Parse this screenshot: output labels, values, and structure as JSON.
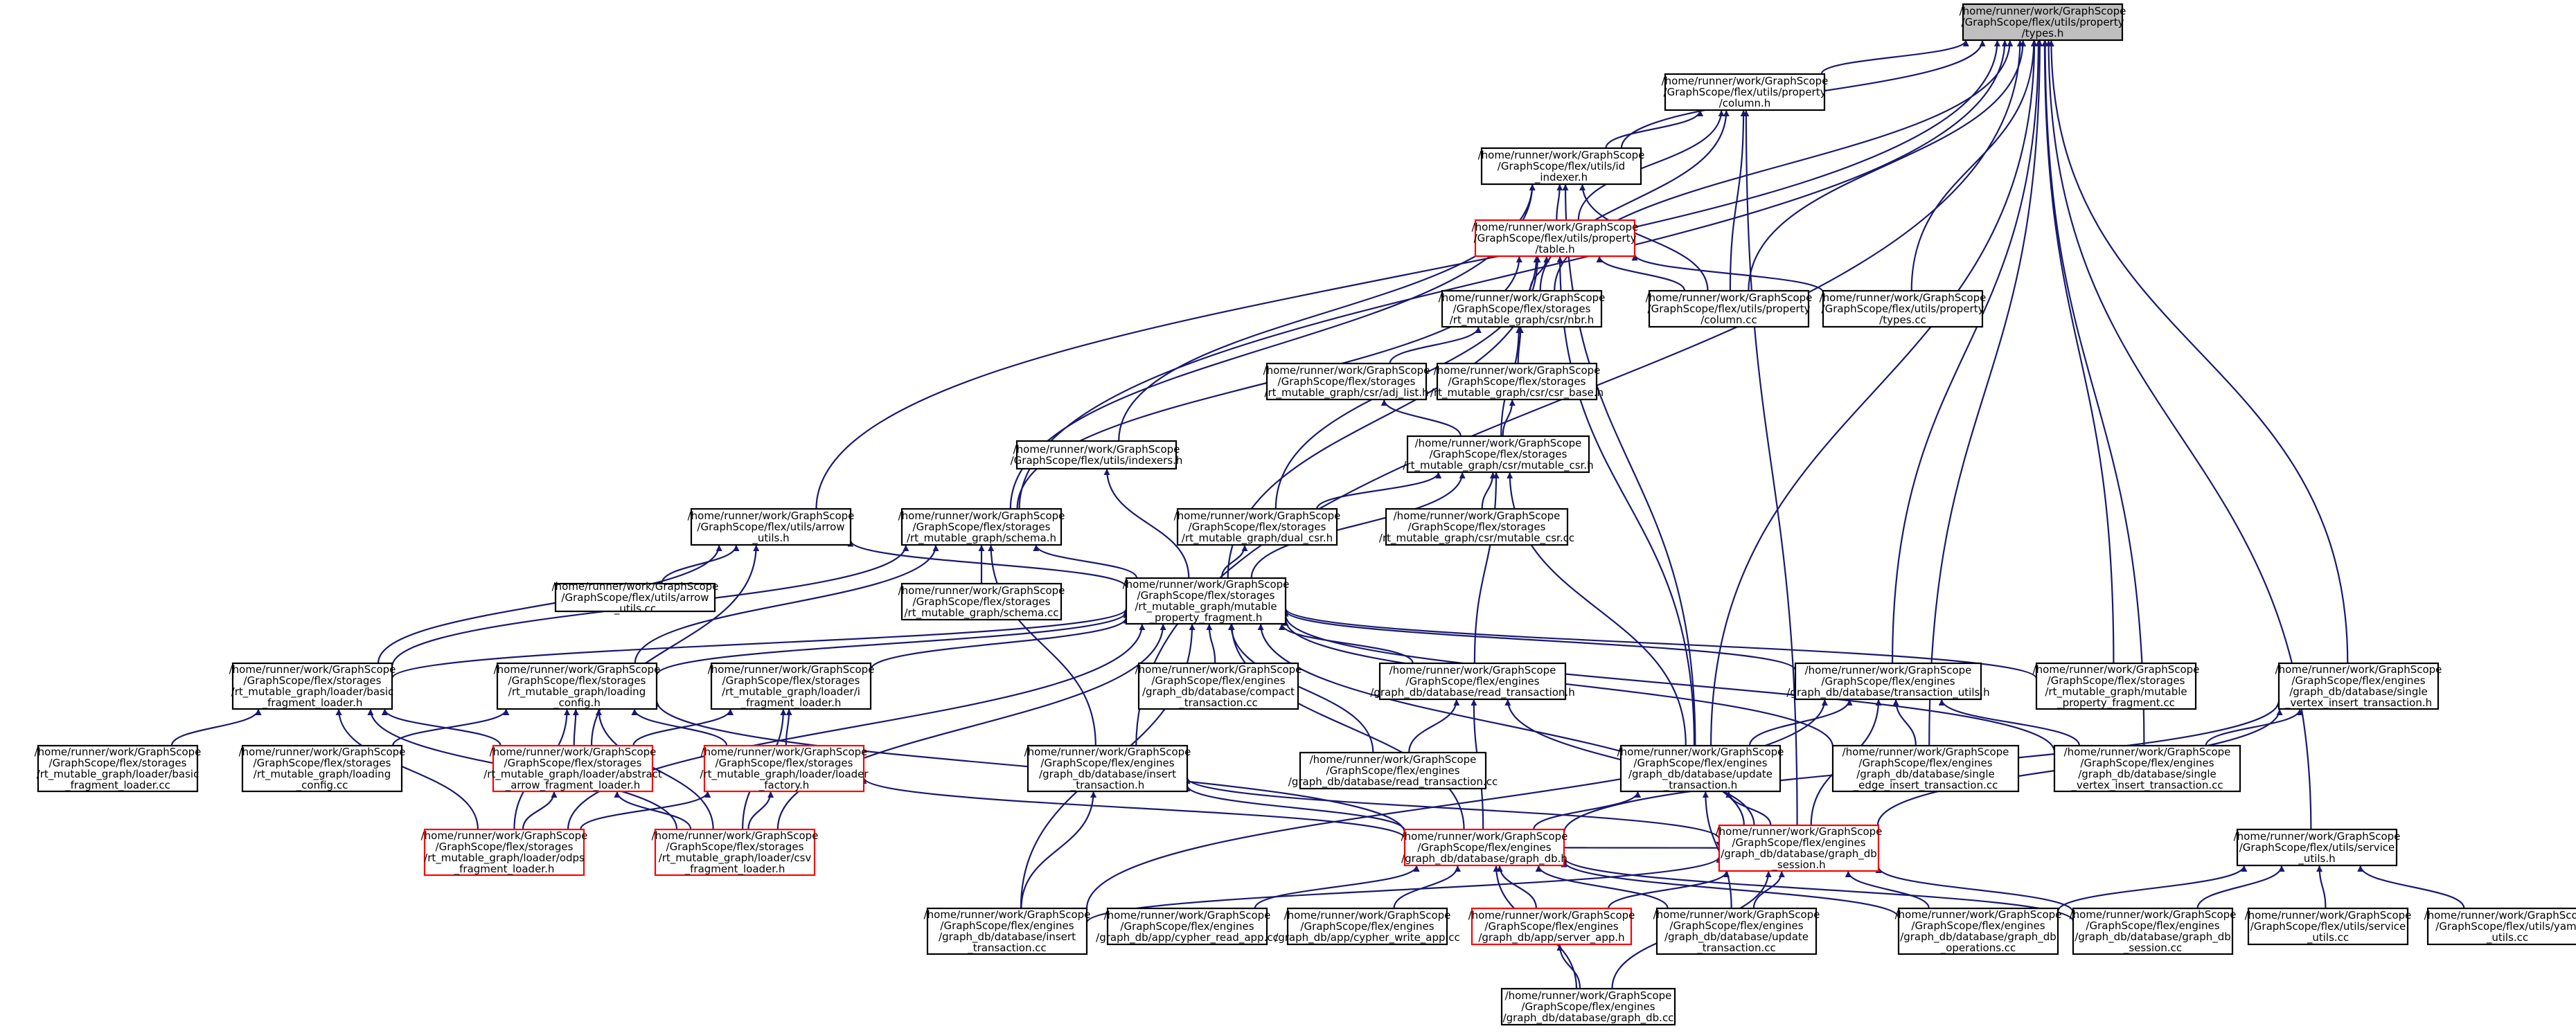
{
  "graph": {
    "nodes": [
      {
        "id": "types_h",
        "label": [
          "/home/runner/work/GraphScope",
          "/GraphScope/flex/utils/property",
          "/types.h"
        ],
        "root": true
      },
      {
        "id": "column_h",
        "label": [
          "/home/runner/work/GraphScope",
          "/GraphScope/flex/utils/property",
          "/column.h"
        ]
      },
      {
        "id": "id_indexer_h",
        "label": [
          "/home/runner/work/GraphScope",
          "/GraphScope/flex/utils/id",
          "_indexer.h"
        ]
      },
      {
        "id": "table_h",
        "label": [
          "/home/runner/work/GraphScope",
          "/GraphScope/flex/utils/property",
          "/table.h"
        ],
        "red": true
      },
      {
        "id": "nbr_h",
        "label": [
          "/home/runner/work/GraphScope",
          "/GraphScope/flex/storages",
          "/rt_mutable_graph/csr/nbr.h"
        ]
      },
      {
        "id": "column_cc",
        "label": [
          "/home/runner/work/GraphScope",
          "/GraphScope/flex/utils/property",
          "/column.cc"
        ]
      },
      {
        "id": "types_cc",
        "label": [
          "/home/runner/work/GraphScope",
          "/GraphScope/flex/utils/property",
          "/types.cc"
        ]
      },
      {
        "id": "adj_list_h",
        "label": [
          "/home/runner/work/GraphScope",
          "/GraphScope/flex/storages",
          "/rt_mutable_graph/csr/adj_list.h"
        ]
      },
      {
        "id": "csr_base_h",
        "label": [
          "/home/runner/work/GraphScope",
          "/GraphScope/flex/storages",
          "/rt_mutable_graph/csr/csr_base.h"
        ]
      },
      {
        "id": "mutable_csr_h",
        "label": [
          "/home/runner/work/GraphScope",
          "/GraphScope/flex/storages",
          "/rt_mutable_graph/csr/mutable_csr.h"
        ]
      },
      {
        "id": "indexers_h",
        "label": [
          "/home/runner/work/GraphScope",
          "/GraphScope/flex/utils/indexers.h"
        ]
      },
      {
        "id": "arrow_utils_h",
        "label": [
          "/home/runner/work/GraphScope",
          "/GraphScope/flex/utils/arrow",
          "_utils.h"
        ]
      },
      {
        "id": "schema_h",
        "label": [
          "/home/runner/work/GraphScope",
          "/GraphScope/flex/storages",
          "/rt_mutable_graph/schema.h"
        ]
      },
      {
        "id": "dual_csr_h",
        "label": [
          "/home/runner/work/GraphScope",
          "/GraphScope/flex/storages",
          "/rt_mutable_graph/dual_csr.h"
        ]
      },
      {
        "id": "mutable_csr_cc",
        "label": [
          "/home/runner/work/GraphScope",
          "/GraphScope/flex/storages",
          "/rt_mutable_graph/csr/mutable_csr.cc"
        ]
      },
      {
        "id": "arrow_utils_cc",
        "label": [
          "/home/runner/work/GraphScope",
          "/GraphScope/flex/utils/arrow",
          "_utils.cc"
        ]
      },
      {
        "id": "schema_cc",
        "label": [
          "/home/runner/work/GraphScope",
          "/GraphScope/flex/storages",
          "/rt_mutable_graph/schema.cc"
        ]
      },
      {
        "id": "mpf_h",
        "label": [
          "/home/runner/work/GraphScope",
          "/GraphScope/flex/storages",
          "/rt_mutable_graph/mutable",
          "_property_fragment.h"
        ]
      },
      {
        "id": "basic_loader_h",
        "label": [
          "/home/runner/work/GraphScope",
          "/GraphScope/flex/storages",
          "/rt_mutable_graph/loader/basic",
          "_fragment_loader.h"
        ]
      },
      {
        "id": "loading_config_h",
        "label": [
          "/home/runner/work/GraphScope",
          "/GraphScope/flex/storages",
          "/rt_mutable_graph/loading",
          "_config.h"
        ]
      },
      {
        "id": "i_loader_h",
        "label": [
          "/home/runner/work/GraphScope",
          "/GraphScope/flex/storages",
          "/rt_mutable_graph/loader/i",
          "_fragment_loader.h"
        ]
      },
      {
        "id": "compact_cc",
        "label": [
          "/home/runner/work/GraphScope",
          "/GraphScope/flex/engines",
          "/graph_db/database/compact",
          "_transaction.cc"
        ]
      },
      {
        "id": "read_txn_h",
        "label": [
          "/home/runner/work/GraphScope",
          "/GraphScope/flex/engines",
          "/graph_db/database/read_transaction.h"
        ]
      },
      {
        "id": "txn_utils_h",
        "label": [
          "/home/runner/work/GraphScope",
          "/GraphScope/flex/engines",
          "/graph_db/database/transaction_utils.h"
        ]
      },
      {
        "id": "mpf_cc",
        "label": [
          "/home/runner/work/GraphScope",
          "/GraphScope/flex/storages",
          "/rt_mutable_graph/mutable",
          "_property_fragment.cc"
        ]
      },
      {
        "id": "svi_txn_h",
        "label": [
          "/home/runner/work/GraphScope",
          "/GraphScope/flex/engines",
          "/graph_db/database/single",
          "_vertex_insert_transaction.h"
        ]
      },
      {
        "id": "basic_loader_cc",
        "label": [
          "/home/runner/work/GraphScope",
          "/GraphScope/flex/storages",
          "/rt_mutable_graph/loader/basic",
          "_fragment_loader.cc"
        ]
      },
      {
        "id": "loading_config_cc",
        "label": [
          "/home/runner/work/GraphScope",
          "/GraphScope/flex/storages",
          "/rt_mutable_graph/loading",
          "_config.cc"
        ]
      },
      {
        "id": "abstract_loader_h",
        "label": [
          "/home/runner/work/GraphScope",
          "/GraphScope/flex/storages",
          "/rt_mutable_graph/loader/abstract",
          "_arrow_fragment_loader.h"
        ],
        "red": true
      },
      {
        "id": "loader_factory_h",
        "label": [
          "/home/runner/work/GraphScope",
          "/GraphScope/flex/storages",
          "/rt_mutable_graph/loader/loader",
          "_factory.h"
        ],
        "red": true
      },
      {
        "id": "insert_txn_h",
        "label": [
          "/home/runner/work/GraphScope",
          "/GraphScope/flex/engines",
          "/graph_db/database/insert",
          "_transaction.h"
        ]
      },
      {
        "id": "read_txn_cc",
        "label": [
          "/home/runner/work/GraphScope",
          "/GraphScope/flex/engines",
          "/graph_db/database/read_transaction.cc"
        ]
      },
      {
        "id": "update_txn_h",
        "label": [
          "/home/runner/work/GraphScope",
          "/GraphScope/flex/engines",
          "/graph_db/database/update",
          "_transaction.h"
        ]
      },
      {
        "id": "sei_txn_cc",
        "label": [
          "/home/runner/work/GraphScope",
          "/GraphScope/flex/engines",
          "/graph_db/database/single",
          "_edge_insert_transaction.cc"
        ]
      },
      {
        "id": "svi_txn_cc",
        "label": [
          "/home/runner/work/GraphScope",
          "/GraphScope/flex/engines",
          "/graph_db/database/single",
          "_vertex_insert_transaction.cc"
        ]
      },
      {
        "id": "odps_loader_h",
        "label": [
          "/home/runner/work/GraphScope",
          "/GraphScope/flex/storages",
          "/rt_mutable_graph/loader/odps",
          "_fragment_loader.h"
        ],
        "red": true
      },
      {
        "id": "csv_loader_h",
        "label": [
          "/home/runner/work/GraphScope",
          "/GraphScope/flex/storages",
          "/rt_mutable_graph/loader/csv",
          "_fragment_loader.h"
        ],
        "red": true
      },
      {
        "id": "graph_db_h",
        "label": [
          "/home/runner/work/GraphScope",
          "/GraphScope/flex/engines",
          "/graph_db/database/graph_db.h"
        ],
        "red": true
      },
      {
        "id": "session_h",
        "label": [
          "/home/runner/work/GraphScope",
          "/GraphScope/flex/engines",
          "/graph_db/database/graph_db",
          "_session.h"
        ],
        "red": true
      },
      {
        "id": "service_utils_h",
        "label": [
          "/home/runner/work/GraphScope",
          "/GraphScope/flex/utils/service",
          "_utils.h"
        ]
      },
      {
        "id": "insert_txn_cc",
        "label": [
          "/home/runner/work/GraphScope",
          "/GraphScope/flex/engines",
          "/graph_db/database/insert",
          "_transaction.cc"
        ]
      },
      {
        "id": "cypher_read_cc",
        "label": [
          "/home/runner/work/GraphScope",
          "/GraphScope/flex/engines",
          "/graph_db/app/cypher_read_app.cc"
        ]
      },
      {
        "id": "cypher_write_cc",
        "label": [
          "/home/runner/work/GraphScope",
          "/GraphScope/flex/engines",
          "/graph_db/app/cypher_write_app.cc"
        ]
      },
      {
        "id": "server_app_h",
        "label": [
          "/home/runner/work/GraphScope",
          "/GraphScope/flex/engines",
          "/graph_db/app/server_app.h"
        ],
        "red": true
      },
      {
        "id": "update_txn_cc",
        "label": [
          "/home/runner/work/GraphScope",
          "/GraphScope/flex/engines",
          "/graph_db/database/update",
          "_transaction.cc"
        ]
      },
      {
        "id": "operations_cc",
        "label": [
          "/home/runner/work/GraphScope",
          "/GraphScope/flex/engines",
          "/graph_db/database/graph_db",
          "_operations.cc"
        ]
      },
      {
        "id": "session_cc",
        "label": [
          "/home/runner/work/GraphScope",
          "/GraphScope/flex/engines",
          "/graph_db/database/graph_db",
          "_session.cc"
        ]
      },
      {
        "id": "service_utils_cc",
        "label": [
          "/home/runner/work/GraphScope",
          "/GraphScope/flex/utils/service",
          "_utils.cc"
        ]
      },
      {
        "id": "yaml_utils_cc",
        "label": [
          "/home/runner/work/GraphScope",
          "/GraphScope/flex/utils/yaml",
          "_utils.cc"
        ]
      },
      {
        "id": "graph_db_cc",
        "label": [
          "/home/runner/work/GraphScope",
          "/GraphScope/flex/engines",
          "/graph_db/database/graph_db.cc"
        ]
      }
    ],
    "edges": [
      [
        "column_h",
        "types_h"
      ],
      [
        "id_indexer_h",
        "types_h"
      ],
      [
        "nbr_h",
        "types_h"
      ],
      [
        "column_cc",
        "types_h"
      ],
      [
        "types_cc",
        "types_h"
      ],
      [
        "arrow_utils_h",
        "types_h"
      ],
      [
        "schema_h",
        "types_h"
      ],
      [
        "insert_txn_h",
        "types_h"
      ],
      [
        "update_txn_h",
        "types_h"
      ],
      [
        "txn_utils_h",
        "types_h"
      ],
      [
        "mpf_cc",
        "types_h"
      ],
      [
        "sei_txn_cc",
        "types_h"
      ],
      [
        "svi_txn_cc",
        "types_h"
      ],
      [
        "svi_txn_h",
        "types_h"
      ],
      [
        "service_utils_h",
        "types_h"
      ],
      [
        "id_indexer_h",
        "column_h"
      ],
      [
        "table_h",
        "column_h"
      ],
      [
        "nbr_h",
        "column_h"
      ],
      [
        "column_cc",
        "column_h"
      ],
      [
        "session_h",
        "column_h"
      ],
      [
        "table_h",
        "id_indexer_h"
      ],
      [
        "indexers_h",
        "id_indexer_h"
      ],
      [
        "schema_h",
        "id_indexer_h"
      ],
      [
        "update_txn_h",
        "id_indexer_h"
      ],
      [
        "column_cc",
        "id_indexer_h"
      ],
      [
        "nbr_h",
        "table_h"
      ],
      [
        "column_cc",
        "table_h"
      ],
      [
        "types_cc",
        "table_h"
      ],
      [
        "schema_h",
        "table_h"
      ],
      [
        "dual_csr_h",
        "table_h"
      ],
      [
        "mpf_h",
        "table_h"
      ],
      [
        "update_txn_h",
        "table_h"
      ],
      [
        "adj_list_h",
        "nbr_h"
      ],
      [
        "csr_base_h",
        "nbr_h"
      ],
      [
        "mutable_csr_h",
        "nbr_h"
      ],
      [
        "mutable_csr_h",
        "adj_list_h"
      ],
      [
        "mutable_csr_h",
        "csr_base_h"
      ],
      [
        "dual_csr_h",
        "mutable_csr_h"
      ],
      [
        "mutable_csr_cc",
        "mutable_csr_h"
      ],
      [
        "mpf_h",
        "mutable_csr_h"
      ],
      [
        "read_txn_h",
        "mutable_csr_h"
      ],
      [
        "update_txn_h",
        "mutable_csr_h"
      ],
      [
        "mpf_h",
        "indexers_h"
      ],
      [
        "arrow_utils_cc",
        "arrow_utils_h"
      ],
      [
        "mpf_h",
        "arrow_utils_h"
      ],
      [
        "basic_loader_h",
        "arrow_utils_h"
      ],
      [
        "abstract_loader_h",
        "arrow_utils_h"
      ],
      [
        "schema_cc",
        "schema_h"
      ],
      [
        "mpf_h",
        "schema_h"
      ],
      [
        "basic_loader_h",
        "schema_h"
      ],
      [
        "loading_config_h",
        "schema_h"
      ],
      [
        "insert_txn_h",
        "schema_h"
      ],
      [
        "mpf_h",
        "dual_csr_h"
      ],
      [
        "basic_loader_h",
        "mpf_h"
      ],
      [
        "loading_config_h",
        "mpf_h"
      ],
      [
        "i_loader_h",
        "mpf_h"
      ],
      [
        "compact_cc",
        "mpf_h"
      ],
      [
        "read_txn_h",
        "mpf_h"
      ],
      [
        "txn_utils_h",
        "mpf_h"
      ],
      [
        "mpf_cc",
        "mpf_h"
      ],
      [
        "graph_db_h",
        "mpf_h"
      ],
      [
        "odps_loader_h",
        "mpf_h"
      ],
      [
        "csv_loader_h",
        "mpf_h"
      ],
      [
        "insert_txn_cc",
        "mpf_h"
      ],
      [
        "session_h",
        "mpf_h"
      ],
      [
        "svi_txn_cc",
        "mpf_h"
      ],
      [
        "sei_txn_cc",
        "mpf_h"
      ],
      [
        "read_txn_cc",
        "mpf_h"
      ],
      [
        "basic_loader_cc",
        "basic_loader_h"
      ],
      [
        "abstract_loader_h",
        "basic_loader_h"
      ],
      [
        "csv_loader_h",
        "basic_loader_h"
      ],
      [
        "odps_loader_h",
        "basic_loader_h"
      ],
      [
        "loading_config_cc",
        "loading_config_h"
      ],
      [
        "abstract_loader_h",
        "loading_config_h"
      ],
      [
        "loader_factory_h",
        "loading_config_h"
      ],
      [
        "graph_db_h",
        "loading_config_h"
      ],
      [
        "odps_loader_h",
        "loading_config_h"
      ],
      [
        "csv_loader_h",
        "loading_config_h"
      ],
      [
        "loader_factory_h",
        "i_loader_h"
      ],
      [
        "abstract_loader_h",
        "i_loader_h"
      ],
      [
        "csv_loader_h",
        "i_loader_h"
      ],
      [
        "read_txn_cc",
        "read_txn_h"
      ],
      [
        "graph_db_h",
        "read_txn_h"
      ],
      [
        "session_h",
        "read_txn_h"
      ],
      [
        "update_txn_h",
        "txn_utils_h"
      ],
      [
        "sei_txn_cc",
        "txn_utils_h"
      ],
      [
        "svi_txn_cc",
        "txn_utils_h"
      ],
      [
        "insert_txn_cc",
        "txn_utils_h"
      ],
      [
        "session_h",
        "txn_utils_h"
      ],
      [
        "svi_txn_cc",
        "svi_txn_h"
      ],
      [
        "graph_db_h",
        "svi_txn_h"
      ],
      [
        "session_h",
        "svi_txn_h"
      ],
      [
        "odps_loader_h",
        "abstract_loader_h"
      ],
      [
        "csv_loader_h",
        "abstract_loader_h"
      ],
      [
        "odps_loader_h",
        "loader_factory_h"
      ],
      [
        "csv_loader_h",
        "loader_factory_h"
      ],
      [
        "graph_db_h",
        "loader_factory_h"
      ],
      [
        "insert_txn_cc",
        "insert_txn_h"
      ],
      [
        "graph_db_h",
        "insert_txn_h"
      ],
      [
        "session_h",
        "insert_txn_h"
      ],
      [
        "graph_db_h",
        "update_txn_h"
      ],
      [
        "session_h",
        "update_txn_h"
      ],
      [
        "update_txn_cc",
        "update_txn_h"
      ],
      [
        "cypher_read_cc",
        "graph_db_h"
      ],
      [
        "cypher_write_cc",
        "graph_db_h"
      ],
      [
        "server_app_h",
        "graph_db_h"
      ],
      [
        "graph_db_cc",
        "graph_db_h"
      ],
      [
        "update_txn_cc",
        "graph_db_h"
      ],
      [
        "operations_cc",
        "graph_db_h"
      ],
      [
        "session_cc",
        "graph_db_h"
      ],
      [
        "graph_db_h",
        "session_h"
      ],
      [
        "server_app_h",
        "session_h"
      ],
      [
        "update_txn_cc",
        "session_h"
      ],
      [
        "operations_cc",
        "session_h"
      ],
      [
        "session_cc",
        "session_h"
      ],
      [
        "graph_db_cc",
        "session_h"
      ],
      [
        "insert_txn_cc",
        "session_h"
      ],
      [
        "service_utils_cc",
        "service_utils_h"
      ],
      [
        "yaml_utils_cc",
        "service_utils_h"
      ],
      [
        "session_cc",
        "service_utils_h"
      ],
      [
        "operations_cc",
        "service_utils_h"
      ],
      [
        "graph_db_cc",
        "server_app_h"
      ]
    ]
  }
}
